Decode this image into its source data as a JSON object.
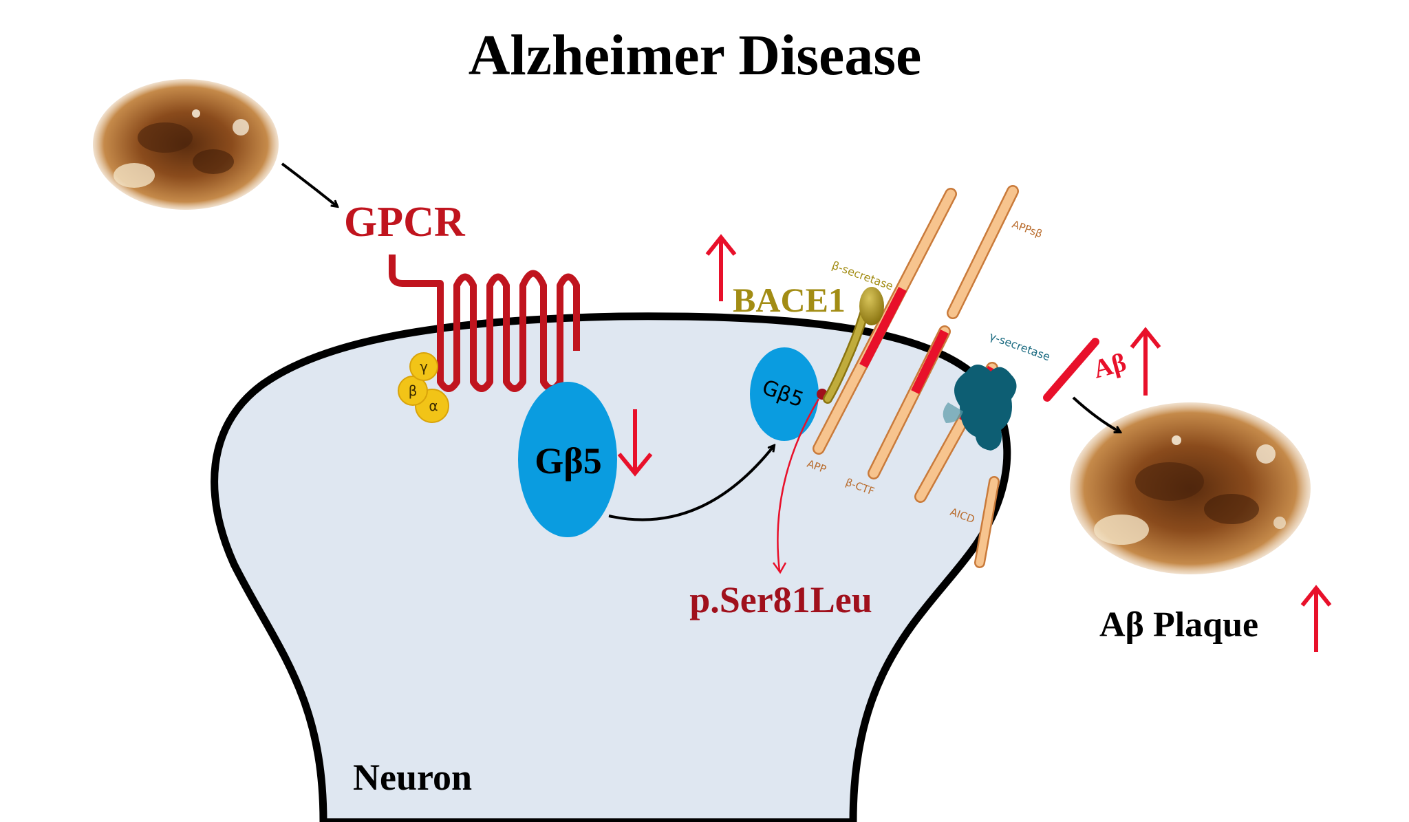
{
  "title": "Alzheimer Disease",
  "labels": {
    "gpcr": "GPCR",
    "gbeta5_main": "Gβ5",
    "gbeta5_small": "Gβ5",
    "bace1": "BACE1",
    "beta_secretase": "β-secretase",
    "gamma_secretase": "γ-secretase",
    "apps_beta": "APPsβ",
    "app": "APP",
    "beta_ctf": "β-CTF",
    "aicd": "AICD",
    "abeta": "Aβ",
    "mutation": "p.Ser81Leu",
    "plaque": "Aβ Plaque",
    "neuron": "Neuron",
    "sub_gamma": "γ",
    "sub_beta": "β",
    "sub_alpha": "α"
  },
  "colors": {
    "gpcr_red": "#c0141e",
    "arrow_red": "#e8102a",
    "mutation_red": "#a0101c",
    "bace_olive": "#a28c14",
    "gbeta_blue": "#0a9ce0",
    "gprotein_yellow": "#f2c417",
    "neuron_fill": "#dfe7f1",
    "membrane": "#000000",
    "app_tan": "#f7c48e",
    "gamma_teal": "#0d5e73",
    "plaque_brown": "#8a4b1c"
  },
  "regulation": {
    "bace1": "up",
    "gbeta5": "down",
    "abeta": "up",
    "plaque": "up"
  }
}
